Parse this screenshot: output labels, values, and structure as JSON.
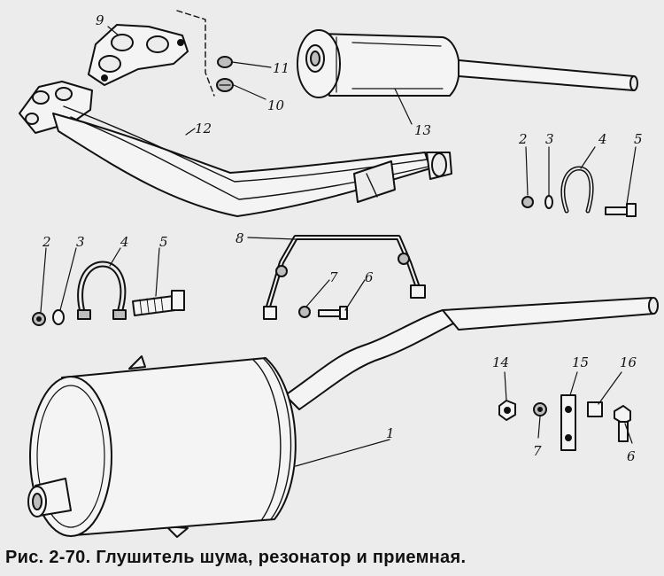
{
  "caption": "Рис. 2-70. Глушитель шума, резонатор и приемная.",
  "callouts": {
    "n1": "1",
    "n2a": "2",
    "n2b": "2",
    "n3a": "3",
    "n3b": "3",
    "n4a": "4",
    "n4b": "4",
    "n5a": "5",
    "n5b": "5",
    "n6a": "6",
    "n6b": "6",
    "n7a": "7",
    "n7b": "7",
    "n8": "8",
    "n9": "9",
    "n10": "10",
    "n11": "11",
    "n12": "12",
    "n13": "13",
    "n14": "14",
    "n15": "15",
    "n16": "16"
  },
  "colors": {
    "ink": "#111111",
    "background": "#ececec",
    "part_fill": "#f4f4f4",
    "shade": "#bdbdbd"
  }
}
